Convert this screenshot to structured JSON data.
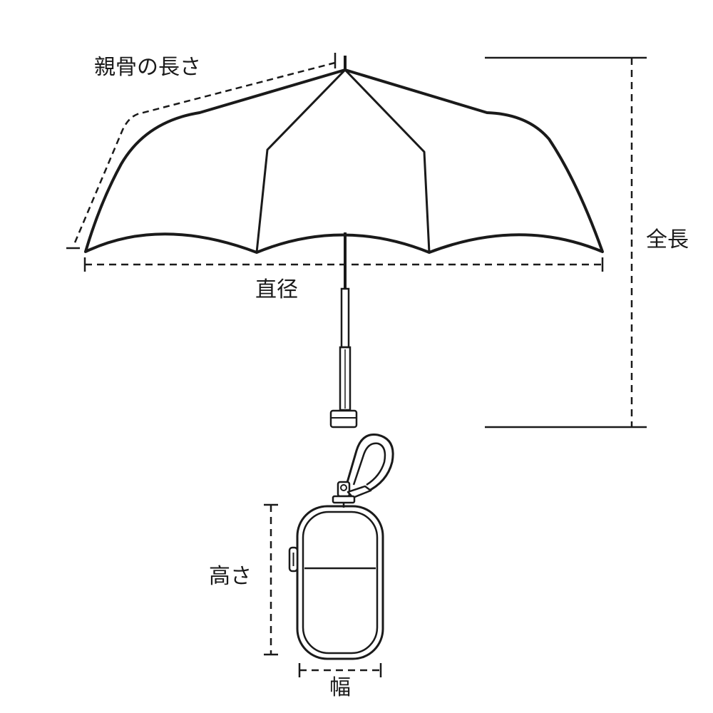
{
  "labels": {
    "rib_length": "親骨の長さ",
    "total_length": "全長",
    "diameter": "直径",
    "case_height": "高さ",
    "case_width": "幅"
  },
  "colors": {
    "line": "#1a1a1a",
    "background": "#ffffff"
  }
}
